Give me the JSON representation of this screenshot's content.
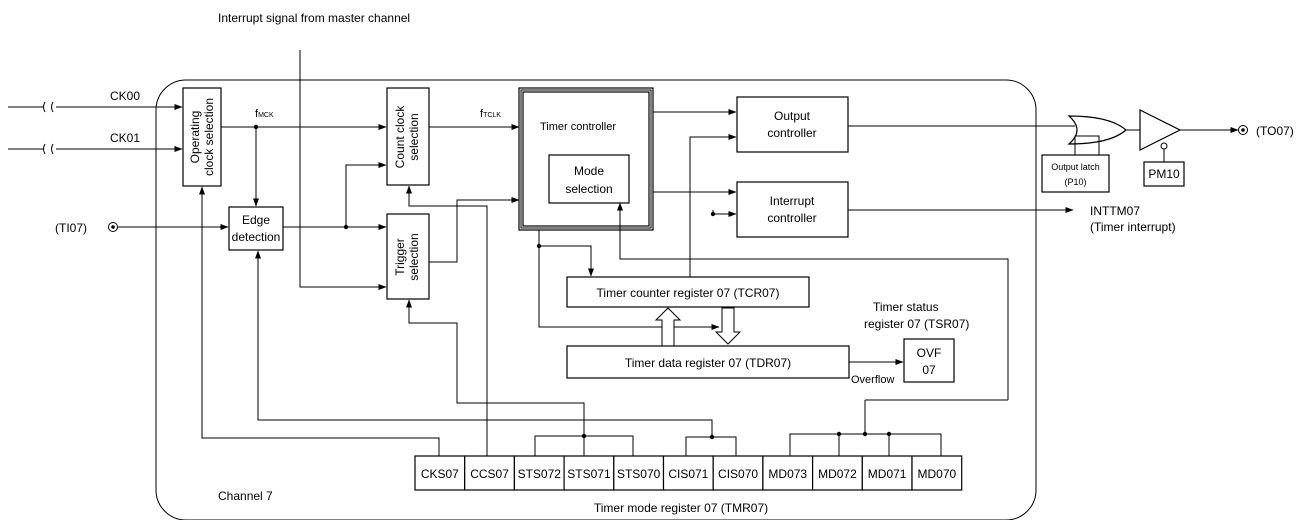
{
  "diagram": {
    "interrupt_signal": "Interrupt signal from master channel",
    "inputs": {
      "ck00": "CK00",
      "ck01": "CK01",
      "ti07": "(TI07)"
    },
    "channel_label": "Channel 7",
    "fmck": {
      "f": "f",
      "sub": "MCK"
    },
    "ftclk": {
      "f": "f",
      "sub": "TCLK"
    },
    "blocks": {
      "operating_clock_selection": [
        "Operating",
        "clock selection"
      ],
      "count_clock_selection": [
        "Count clock",
        "selection"
      ],
      "edge_detection": [
        "Edge",
        "detection"
      ],
      "trigger_selection": [
        "Trigger",
        "selection"
      ],
      "timer_controller": "Timer controller",
      "mode_selection": [
        "Mode",
        "selection"
      ],
      "output_controller": [
        "Output",
        "controller"
      ],
      "interrupt_controller": [
        "Interrupt",
        "controller"
      ],
      "timer_counter_register": "Timer counter register 07 (TCR07)",
      "timer_data_register": "Timer data register 07 (TDR07)",
      "timer_status_register": [
        "Timer status",
        "register 07 (TSR07)"
      ],
      "ovf": [
        "OVF",
        "07"
      ],
      "overflow": "Overflow",
      "output_latch": [
        "Output latch",
        "(P10)"
      ],
      "pm10": "PM10"
    },
    "outputs": {
      "to07": "(TO07)",
      "inttm07": "INTTM07",
      "timer_interrupt": "(Timer interrupt)"
    },
    "tmr_bits": [
      "CKS07",
      "CCS07",
      "STS072",
      "STS071",
      "STS070",
      "CIS071",
      "CIS070",
      "MD073",
      "MD072",
      "MD071",
      "MD070"
    ],
    "tmr_label": "Timer mode register 07 (TMR07)"
  }
}
